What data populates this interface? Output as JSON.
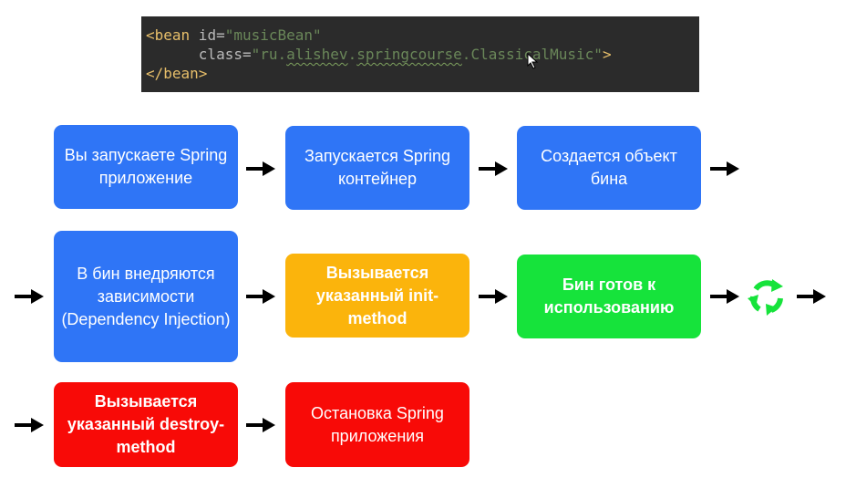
{
  "code": {
    "open_tag": "<bean",
    "id_attr": " id=",
    "id_value": "\"musicBean\"",
    "indent": "      ",
    "class_attr": "class=",
    "class_q_open": "\"ru.",
    "class_pkg1": "alishev",
    "class_dot1": ".",
    "class_pkg2": "springcourse",
    "class_dot2": ".",
    "class_name": "ClassicalMusic\"",
    "open_close": ">",
    "close_tag": "</bean>"
  },
  "steps": {
    "launch_app": "Вы запускаете Spring приложение",
    "container_start": "Запускается Spring контейнер",
    "bean_created": "Создается объект бина",
    "di": "В бин внедряются зависимости (Dependency Injection)",
    "init_method": "Вызывается указанный init-method",
    "bean_ready": "Бин готов к использованию",
    "destroy_method": "Вызывается указанный destroy-method",
    "app_stop": "Остановка Spring приложения"
  },
  "colors": {
    "blue": "#2f75f6",
    "yellow": "#fbb40c",
    "green": "#16e33b",
    "red": "#f80a07"
  },
  "icons": {
    "arrow": "arrow-right-icon",
    "cycle": "recycle-icon",
    "cursor": "mouse-cursor-icon"
  }
}
